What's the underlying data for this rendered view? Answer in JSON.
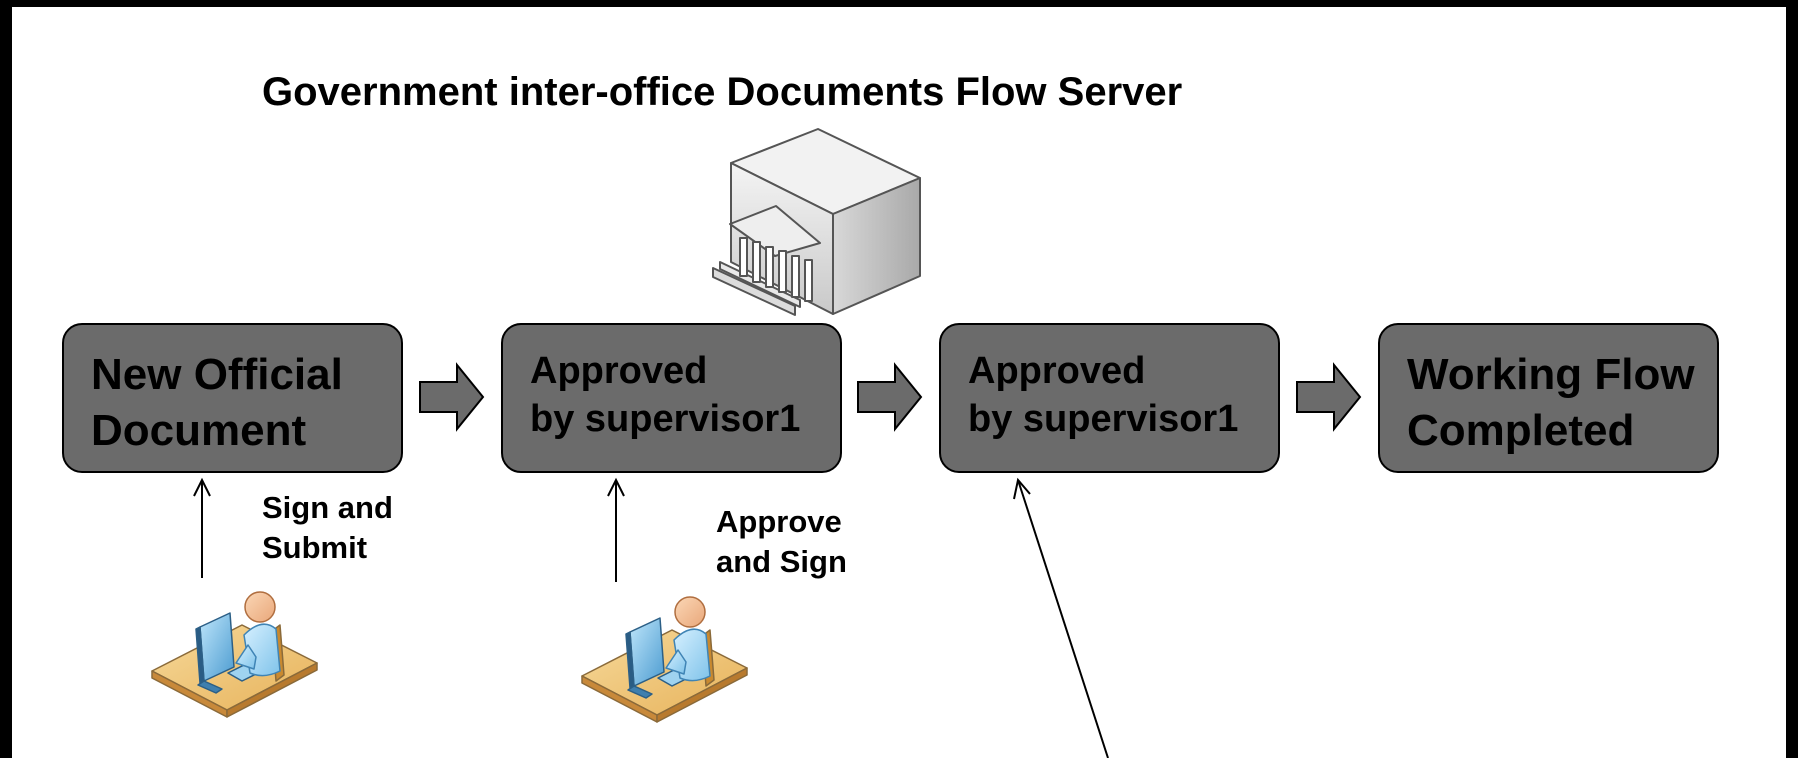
{
  "title": "Government inter-office Documents Flow Server",
  "stages": [
    {
      "label": "New Official\nDocument"
    },
    {
      "label": "Approved\nby supervisor1"
    },
    {
      "label": "Approved\nby supervisor1"
    },
    {
      "label": "Working Flow\nCompleted"
    }
  ],
  "actions": [
    {
      "label": "Sign and\nSubmit"
    },
    {
      "label": "Approve\nand Sign"
    }
  ],
  "icons": [
    "server-building-icon",
    "user-at-computer-icon",
    "user-at-computer-icon"
  ],
  "colors": {
    "stage_fill": "#6b6b6b",
    "arrow_fill": "#6b6b6b",
    "frame": "#000000"
  }
}
